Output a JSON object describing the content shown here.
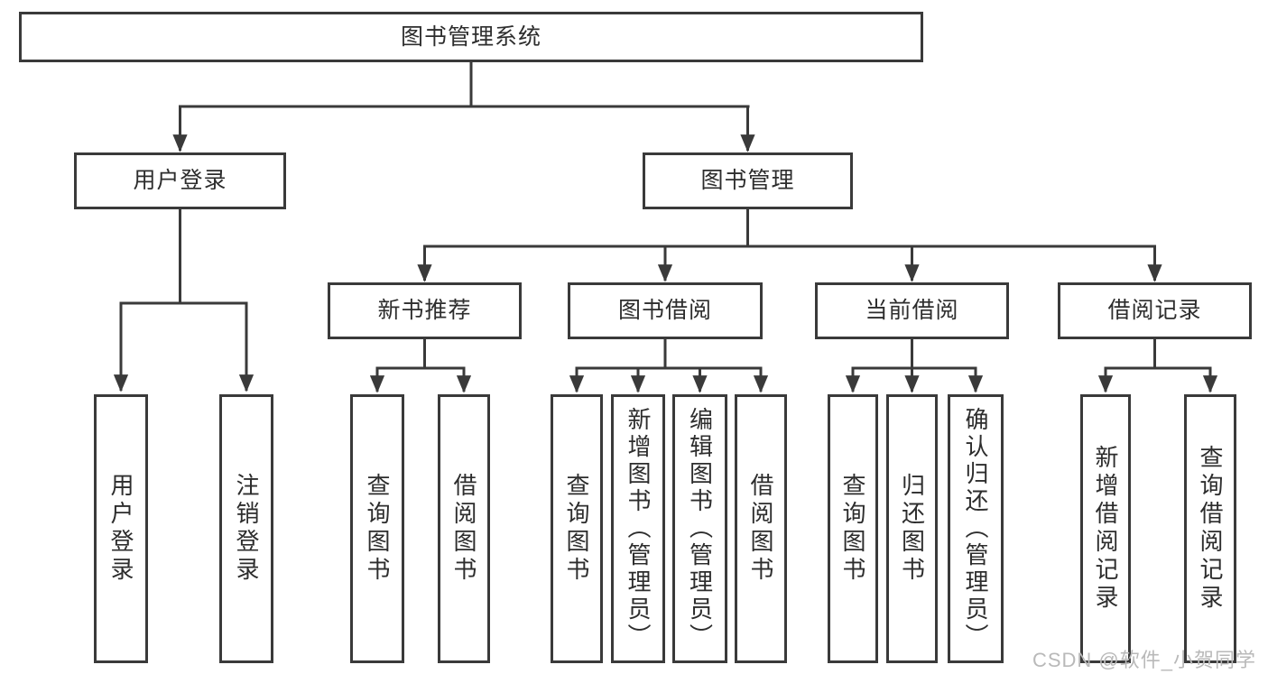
{
  "diagram": {
    "tree": {
      "label": "图书管理系统",
      "children": [
        {
          "label": "用户登录",
          "children": [
            {
              "label": "用户登录"
            },
            {
              "label": "注销登录"
            }
          ]
        },
        {
          "label": "图书管理",
          "children": [
            {
              "label": "新书推荐",
              "children": [
                {
                  "label": "查询图书"
                },
                {
                  "label": "借阅图书"
                }
              ]
            },
            {
              "label": "图书借阅",
              "children": [
                {
                  "label": "查询图书"
                },
                {
                  "label": "新增图书（管理员）"
                },
                {
                  "label": "编辑图书（管理员）"
                },
                {
                  "label": "借阅图书"
                }
              ]
            },
            {
              "label": "当前借阅",
              "children": [
                {
                  "label": "查询图书"
                },
                {
                  "label": "归还图书"
                },
                {
                  "label": "确认归还（管理员）"
                }
              ]
            },
            {
              "label": "借阅记录",
              "children": [
                {
                  "label": "新增借阅记录"
                },
                {
                  "label": "查询借阅记录"
                }
              ]
            }
          ]
        }
      ]
    }
  },
  "watermark": {
    "text": "CSDN @软件_小贺同学"
  },
  "colors": {
    "line": "#3a3a3a",
    "box_border": "#3a3a3a",
    "text": "#2d2d2d",
    "watermark": "#b9b9b9",
    "background": "#ffffff"
  }
}
